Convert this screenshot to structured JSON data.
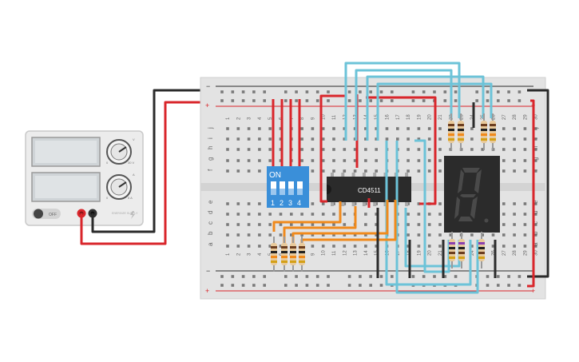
{
  "power_supply": {
    "off_label": "OFF",
    "knob_top_labels": [
      "0",
      "30 V"
    ],
    "knob_bottom_labels": [
      "0",
      "5 A"
    ],
    "knob_top_unit": "V",
    "knob_bottom_unit": "A",
    "brand": "ENERGIZE SUPPLY",
    "body_color": "#ececec",
    "screen_color": "#d9dde0"
  },
  "breadboard": {
    "column_numbers_top": [
      "1",
      "2",
      "3",
      "4",
      "5",
      "",
      "",
      "",
      "",
      "10",
      "",
      "",
      "",
      "",
      "15",
      "",
      "",
      "",
      "",
      "20",
      "",
      "",
      "",
      "",
      "25",
      "",
      "",
      "",
      "",
      "30"
    ],
    "column_numbers_visible": [
      "1",
      "2",
      "3",
      "4",
      "5",
      "10",
      "11",
      "12",
      "13",
      "14",
      "15",
      "16",
      "17",
      "18",
      "19",
      "20",
      "21",
      "22",
      "26",
      "27",
      "28",
      "29",
      "30"
    ],
    "row_letters_top": [
      "j",
      "i",
      "h",
      "g",
      "f"
    ],
    "row_letters_bottom": [
      "e",
      "d",
      "c",
      "b",
      "a"
    ],
    "rail_plus": "+",
    "rail_minus": "−"
  },
  "dip_switch": {
    "on_label": "ON",
    "switch_numbers": [
      "1",
      "2",
      "3",
      "4"
    ],
    "color": "#3a8fd9"
  },
  "chip": {
    "label": "CD4511",
    "color": "#2b2b2b"
  },
  "seven_segment": {
    "digit": "8",
    "color": "#2b2b2b",
    "segment_color": "#4a4a4a"
  },
  "wires": {
    "red": "#d9262b",
    "black": "#2b2b2b",
    "cyan": "#6cc3d8",
    "orange": "#f08a1c"
  }
}
